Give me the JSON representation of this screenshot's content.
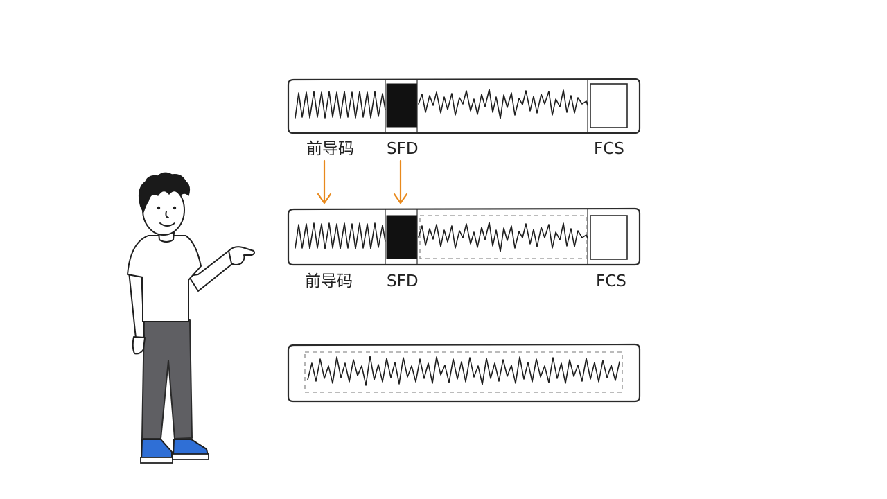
{
  "frames": [
    {
      "preamble_label": "前导码",
      "sfd_label": "SFD",
      "fcs_label": "FCS"
    },
    {
      "preamble_label": "前导码",
      "sfd_label": "SFD",
      "fcs_label": "FCS"
    },
    {
      "preamble_label": "",
      "sfd_label": "",
      "fcs_label": ""
    }
  ],
  "colors": {
    "arrow": "#e8891c",
    "shoe": "#2f6fd6",
    "pants": "#5f5f63",
    "ink": "#1f1f1f"
  },
  "icons": {
    "arrow": "down-arrow",
    "person": "pointing-person"
  }
}
